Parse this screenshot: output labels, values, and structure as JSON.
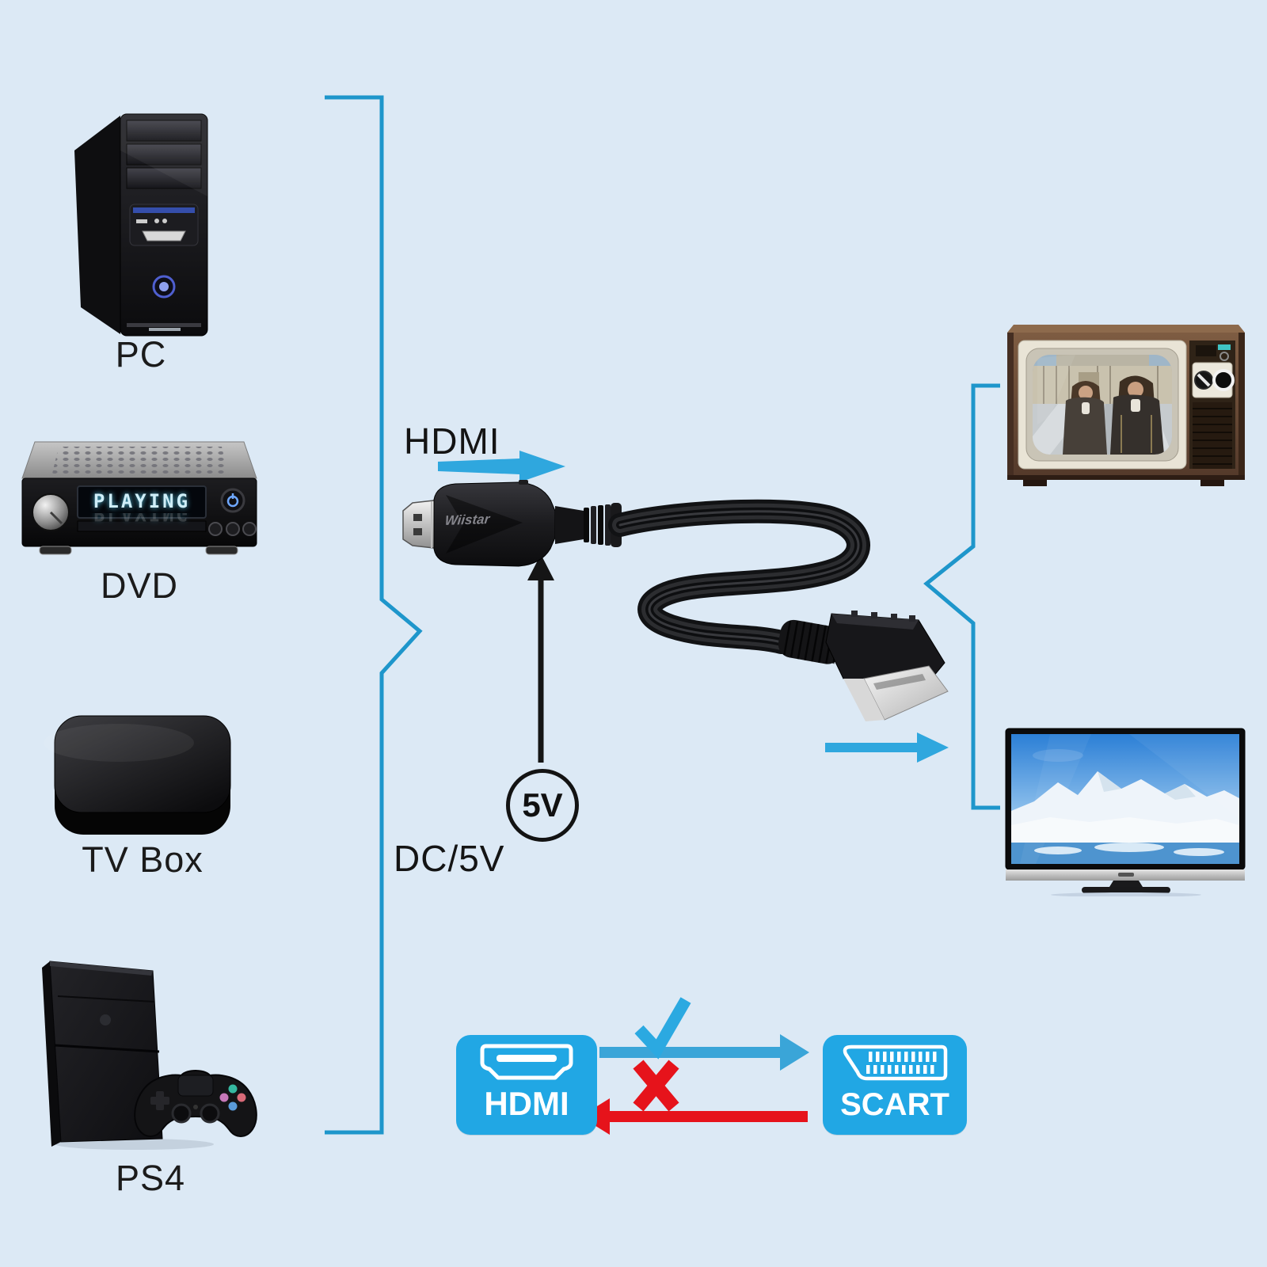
{
  "colors": {
    "background": "#DCE9F5",
    "bracket_blue": "#1E96CB",
    "arrow_blue": "#2FA7DE",
    "legend_box_blue": "#21A7E4",
    "check_blue": "#2BA9E1",
    "cross_red": "#E6131B",
    "label_text": "#1B1B1B",
    "badge_text": "#FFFFFF"
  },
  "source_devices": {
    "pc": {
      "label": "PC"
    },
    "dvd": {
      "label": "DVD",
      "display_text": "PLAYING"
    },
    "tv_box": {
      "label": "TV Box"
    },
    "ps4": {
      "label": "PS4"
    }
  },
  "converter": {
    "input_label": "HDMI",
    "brand": "Wiistar",
    "power_badge": "5V",
    "power_label": "DC/5V"
  },
  "legend": {
    "hdmi_label": "HDMI",
    "scart_label": "SCART",
    "icons": {
      "allowed_direction": "checkmark-icon",
      "blocked_direction": "cross-icon",
      "hdmi_port": "hdmi-port-icon",
      "scart_port": "scart-port-icon"
    }
  }
}
